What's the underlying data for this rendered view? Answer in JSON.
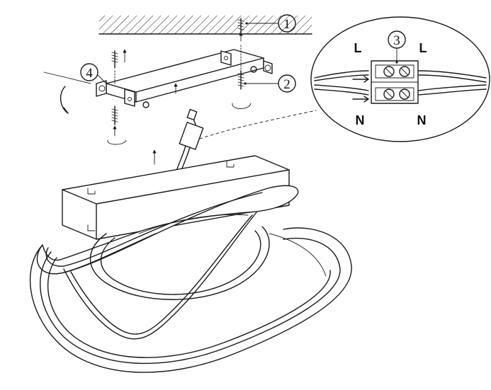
{
  "callouts": {
    "c1": "1",
    "c2": "2",
    "c3": "3",
    "c4": "4"
  },
  "terminal_labels": {
    "live_left": "L",
    "live_right": "L",
    "neutral_left": "N",
    "neutral_right": "N"
  },
  "colors": {
    "ink": "#1a1a1a",
    "background": "#ffffff"
  }
}
